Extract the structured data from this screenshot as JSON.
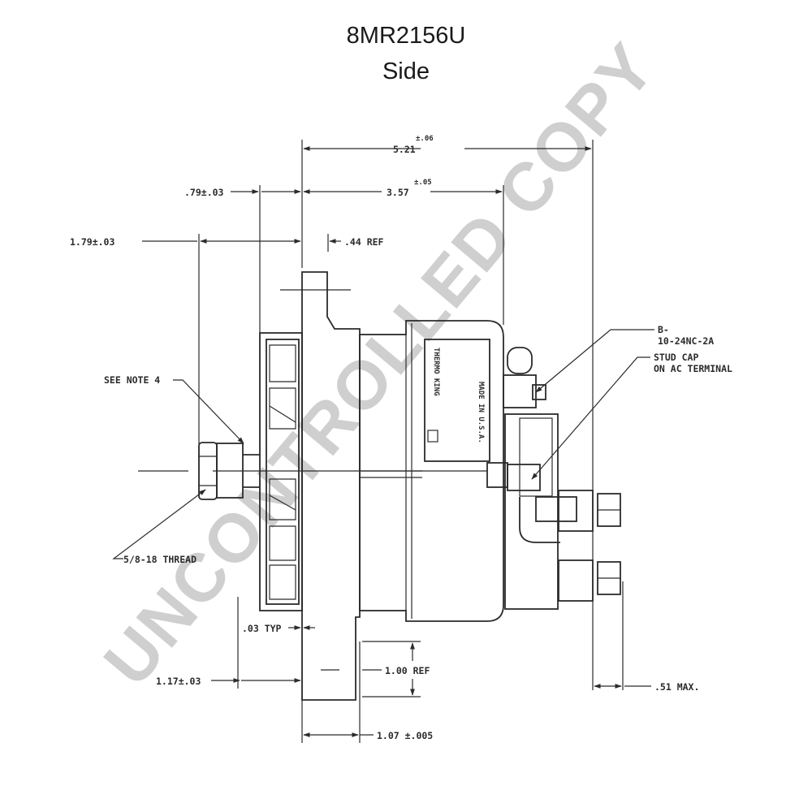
{
  "title": {
    "part_number": "8MR2156U",
    "view": "Side"
  },
  "watermark": "UNCONTROLLED COPY",
  "dimensions": {
    "overall_length": "5.21",
    "overall_tol": "±.06",
    "body_length": "3.57",
    "body_tol": "±.05",
    "flange_offset": ".79±.03",
    "shaft_length": "1.79±.03",
    "ref_44": ".44 REF",
    "typ_03": ".03 TYP",
    "pulley_117": "1.17±.03",
    "ref_100": "1.00 REF",
    "mount_107": "1.07 ±.005",
    "max_51": ".51 MAX."
  },
  "callouts": {
    "note4": "SEE NOTE 4",
    "thread": "5/8-18 THREAD",
    "b_terminal_1": "B-",
    "b_terminal_2": "10-24NC-2A",
    "stud_cap_1": "STUD CAP",
    "stud_cap_2": "ON AC TERMINAL"
  },
  "nameplate": {
    "brand": "THERMO KING",
    "made_in": "MADE IN U.S.A."
  }
}
